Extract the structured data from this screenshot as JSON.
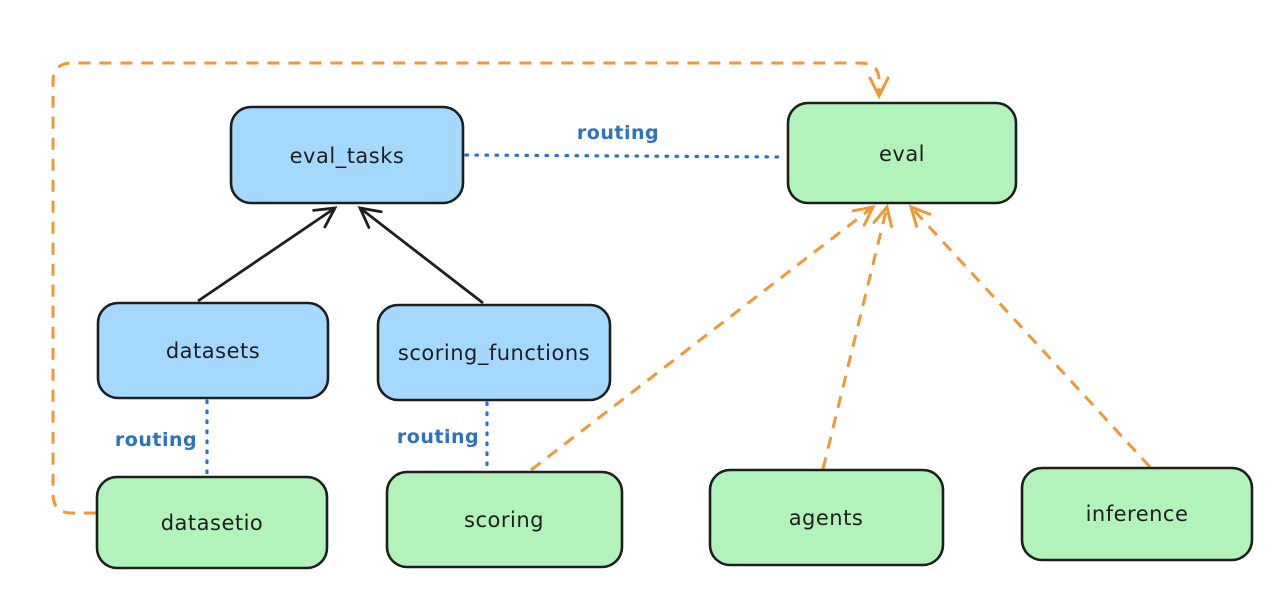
{
  "colors": {
    "background": "#ffffff",
    "node_blue_fill": "#a5d8ff",
    "node_green_fill": "#b2f2bb",
    "node_border": "#1e1e1e",
    "text_color": "#1e1e1e",
    "arrow_black": "#1e1e1e",
    "arrow_orange": "#ee9836",
    "routing_blue": "#2b72c2"
  },
  "nodes": [
    {
      "id": "eval_tasks",
      "label": "eval_tasks",
      "color": "blue"
    },
    {
      "id": "eval",
      "label": "eval",
      "color": "green"
    },
    {
      "id": "datasets",
      "label": "datasets",
      "color": "blue"
    },
    {
      "id": "scoring_functions",
      "label": "scoring_functions",
      "color": "blue"
    },
    {
      "id": "datasetio",
      "label": "datasetio",
      "color": "green"
    },
    {
      "id": "scoring",
      "label": "scoring",
      "color": "green"
    },
    {
      "id": "agents",
      "label": "agents",
      "color": "green"
    },
    {
      "id": "inference",
      "label": "inference",
      "color": "green"
    }
  ],
  "edges": [
    {
      "from": "datasets",
      "to": "eval_tasks",
      "style": "solid-black-arrow",
      "label": ""
    },
    {
      "from": "scoring_functions",
      "to": "eval_tasks",
      "style": "solid-black-arrow",
      "label": ""
    },
    {
      "from": "eval_tasks",
      "to": "eval",
      "style": "dotted-blue",
      "label": "routing"
    },
    {
      "from": "datasets",
      "to": "datasetio",
      "style": "dotted-blue",
      "label": "routing"
    },
    {
      "from": "scoring_functions",
      "to": "scoring",
      "style": "dotted-blue",
      "label": "routing"
    },
    {
      "from": "datasetio",
      "to": "eval",
      "style": "dashed-orange-arrow",
      "label": ""
    },
    {
      "from": "scoring",
      "to": "eval",
      "style": "dashed-orange-arrow",
      "label": ""
    },
    {
      "from": "agents",
      "to": "eval",
      "style": "dashed-orange-arrow",
      "label": ""
    },
    {
      "from": "inference",
      "to": "eval",
      "style": "dashed-orange-arrow",
      "label": ""
    }
  ]
}
